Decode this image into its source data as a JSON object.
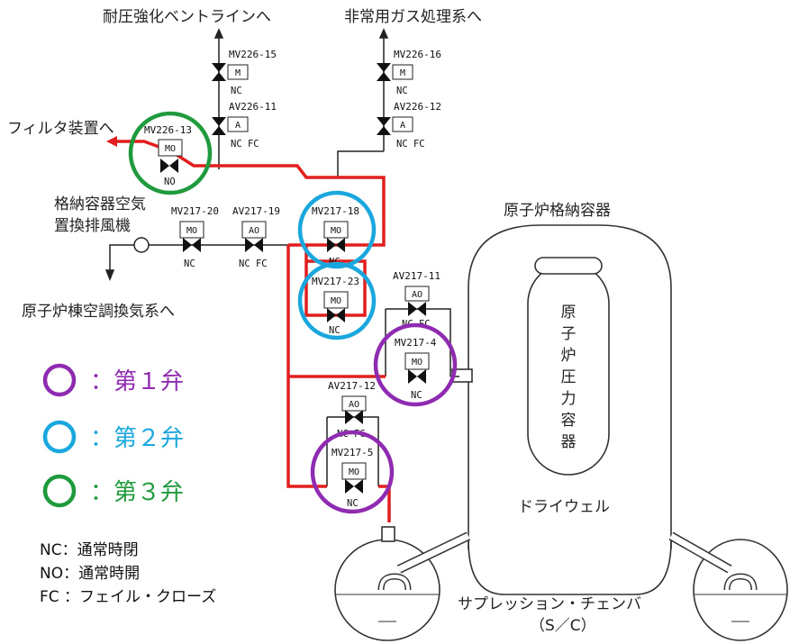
{
  "destinations": {
    "vent_line": "耐圧強化ベントラインへ",
    "sgts": "非常用ガス処理系へ",
    "filter": "フィルタ装置へ",
    "fan_line1": "格納容器空気",
    "fan_line2": "置換排風機",
    "hvac": "原子炉棟空調換気系へ"
  },
  "vessels": {
    "pcv": "原子炉格納容器",
    "rpv_chars": [
      "原",
      "子",
      "炉",
      "圧",
      "力",
      "容",
      "器"
    ],
    "drywell": "ドライウェル",
    "sc": "サプレッション・チェンバ",
    "sc_abbr": "（S／C）"
  },
  "valves": [
    {
      "id": "mv226-15",
      "tag": "MV226-15",
      "actuator": "M",
      "state": "NC"
    },
    {
      "id": "av226-11",
      "tag": "AV226-11",
      "actuator": "A",
      "state": "NC FC"
    },
    {
      "id": "mv226-16",
      "tag": "MV226-16",
      "actuator": "M",
      "state": "NC"
    },
    {
      "id": "av226-12",
      "tag": "AV226-12",
      "actuator": "A",
      "state": "NC FC"
    },
    {
      "id": "mv226-13",
      "tag": "MV226-13",
      "actuator": "MO",
      "state": "NO"
    },
    {
      "id": "mv217-20",
      "tag": "MV217-20",
      "actuator": "MO",
      "state": "NC"
    },
    {
      "id": "av217-19",
      "tag": "AV217-19",
      "actuator": "AO",
      "state": "NC FC"
    },
    {
      "id": "mv217-18",
      "tag": "MV217-18",
      "actuator": "MO",
      "state": "NC"
    },
    {
      "id": "mv217-23",
      "tag": "MV217-23",
      "actuator": "MO",
      "state": "NC"
    },
    {
      "id": "av217-11",
      "tag": "AV217-11",
      "actuator": "AO",
      "state": "NC FC"
    },
    {
      "id": "mv217-4",
      "tag": "MV217-4",
      "actuator": "MO",
      "state": "NC"
    },
    {
      "id": "av217-12",
      "tag": "AV217-12",
      "actuator": "AO",
      "state": "NC FC"
    },
    {
      "id": "mv217-5",
      "tag": "MV217-5",
      "actuator": "MO",
      "state": "NC"
    }
  ],
  "legend": {
    "first": {
      "label": "：第１弁",
      "color": "#8e2bb0"
    },
    "second": {
      "label": "：第２弁",
      "color": "#1aa7dd"
    },
    "third": {
      "label": "：第３弁",
      "color": "#1f9a3c"
    }
  },
  "abbreviations": {
    "nc": "NC：通常時閉",
    "no": "NO：通常時開",
    "fc": "FC ：フェイル・クローズ"
  },
  "colors": {
    "vent_path": "#e21e1e",
    "piping": "#222222"
  }
}
